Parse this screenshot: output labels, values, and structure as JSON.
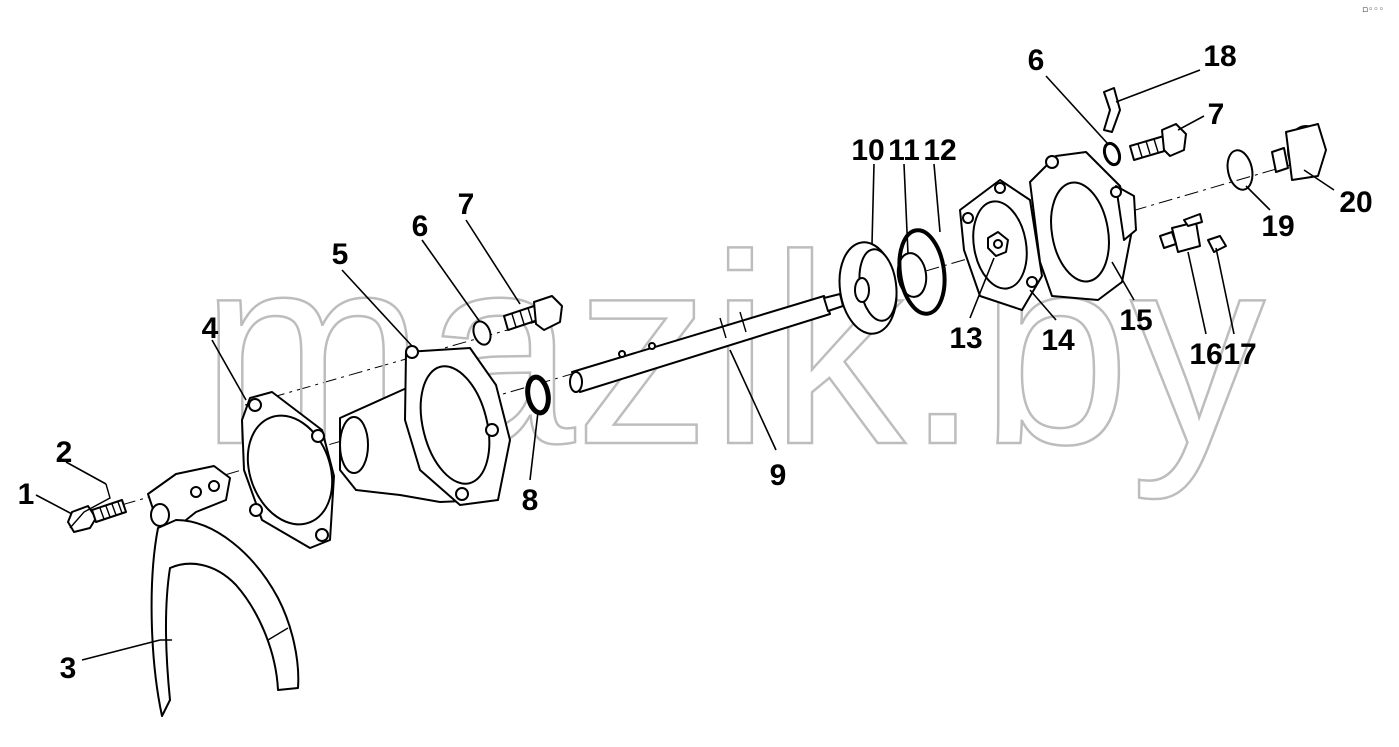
{
  "watermark": "mazik.by",
  "corner_mark": "▫◦◦◦",
  "labels": {
    "l1": "1",
    "l2": "2",
    "l3": "3",
    "l4": "4",
    "l5": "5",
    "l6a": "6",
    "l6b": "6",
    "l7a": "7",
    "l7b": "7",
    "l8": "8",
    "l9": "9",
    "l10": "10",
    "l11": "11",
    "l12": "12",
    "l13": "13",
    "l14": "14",
    "l15": "15",
    "l16": "16",
    "l17": "17",
    "l18": "18",
    "l19": "19",
    "l20": "20"
  }
}
